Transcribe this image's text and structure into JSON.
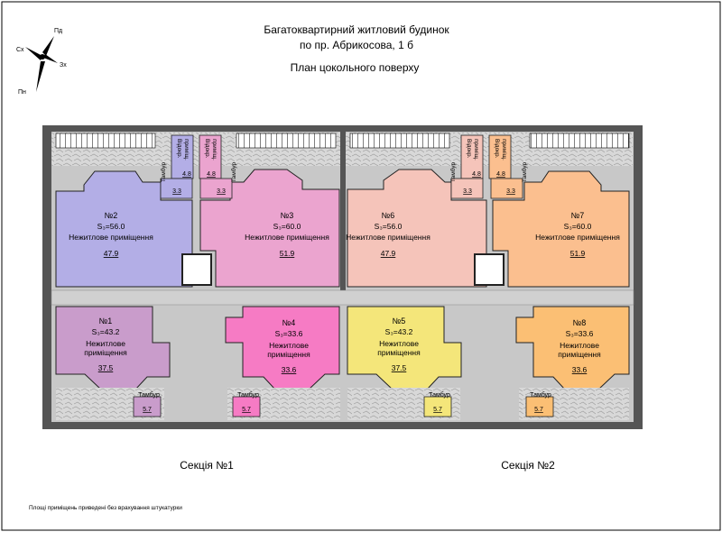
{
  "header": {
    "line1": "Багатоквартирний житловий будинок",
    "line2": "по пр. Абрикосова, 1 б",
    "line3": "План цокольного поверху"
  },
  "compass": {
    "north": "Пн",
    "south": "Пд",
    "east": "Сх",
    "west": "Зх"
  },
  "rooms": [
    {
      "num": "№2",
      "area": "S₃=56.0",
      "name1": "Нежитлове приміщення",
      "name2": "",
      "net": "47.9",
      "color": "#b3aee6"
    },
    {
      "num": "№3",
      "area": "S₃=60.0",
      "name1": "Нежитлове приміщення",
      "name2": "",
      "net": "51.9",
      "color": "#eba4cf"
    },
    {
      "num": "№6",
      "area": "S₃=56.0",
      "name1": "Нежитлове приміщення",
      "name2": "",
      "net": "47.9",
      "color": "#f5c4ba"
    },
    {
      "num": "№7",
      "area": "S₃=60.0",
      "name1": "Нежитлове приміщення",
      "name2": "",
      "net": "51.9",
      "color": "#fbbf8f"
    },
    {
      "num": "№1",
      "area": "S₃=43.2",
      "name1": "Нежитлове",
      "name2": "приміщення",
      "net": "37.5",
      "color": "#c99ccb"
    },
    {
      "num": "№4",
      "area": "S₃=33.6",
      "name1": "Нежитлове",
      "name2": "приміщення",
      "net": "33.6",
      "color": "#f67bc4"
    },
    {
      "num": "№5",
      "area": "S₃=43.2",
      "name1": "Нежитлове",
      "name2": "приміщення",
      "net": "37.5",
      "color": "#f4e67a"
    },
    {
      "num": "№8",
      "area": "S₃=33.6",
      "name1": "Нежитлове",
      "name2": "приміщення",
      "net": "33.6",
      "color": "#fbbf74"
    }
  ],
  "small": {
    "vidokr": "Відокр.",
    "prymishch": "приміщ.",
    "tambur": "Тамбур",
    "v48": "4.8",
    "v33": "3.3",
    "v57": "5.7"
  },
  "sections": {
    "s1": "Секція №1",
    "s2": "Секція №2"
  },
  "footnote": "Площі приміщень приведені без врахування штукатурки"
}
